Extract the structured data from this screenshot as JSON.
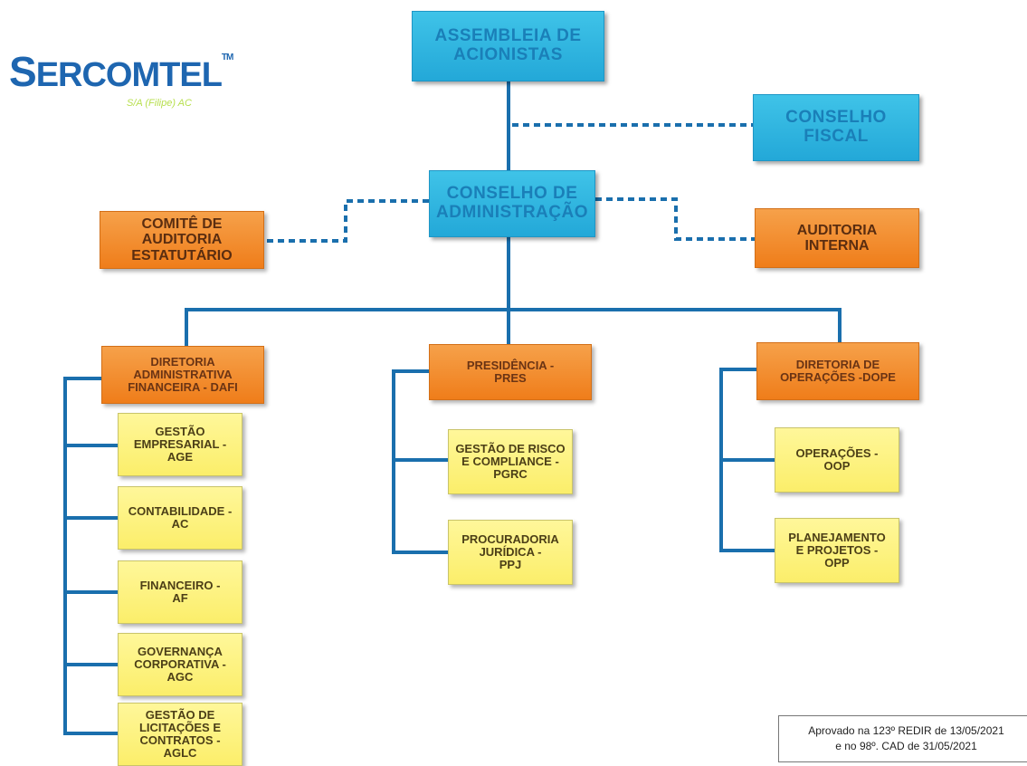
{
  "logo": {
    "name_first": "S",
    "name_rest": "ERCOMTEL",
    "trademark": "TM",
    "subtitle": "S/A (Filipe) AC"
  },
  "nodes": {
    "assembleia": "ASSEMBLEIA DE\nACIONISTAS",
    "conselho_fiscal": "CONSELHO\nFISCAL",
    "conselho_admin": "CONSELHO DE\nADMINISTRAÇÃO",
    "comite_auditoria": "COMITÊ DE\nAUDITORIA\nESTATUTÁRIO",
    "auditoria_interna": "AUDITORIA\nINTERNA",
    "dafi": "DIRETORIA\nADMINISTRATIVA\nFINANCEIRA - DAFI",
    "pres": "PRESIDÊNCIA -\nPRES",
    "dope": "DIRETORIA DE\nOPERAÇÕES -DOPE",
    "age": "GESTÃO\nEMPRESARIAL -\nAGE",
    "ac": "CONTABILIDADE -\nAC",
    "af": "FINANCEIRO -\nAF",
    "agc": "GOVERNANÇA\nCORPORATIVA -\nAGC",
    "aglc": "GESTÃO DE\nLICITAÇÕES E\nCONTRATOS -\nAGLC",
    "pgrc": "GESTÃO DE RISCO\nE COMPLIANCE -\nPGRC",
    "ppj": "PROCURADORIA\nJURÍDICA -\nPPJ",
    "oop": "OPERAÇÕES -\nOOP",
    "opp": "PLANEJAMENTO\nE PROJETOS -\nOPP"
  },
  "approval": {
    "line1": "Aprovado na 123º REDIR de 13/05/2021",
    "line2": "e no 98º. CAD de 31/05/2021"
  },
  "colors": {
    "line": "#1a6fad",
    "blue_box": "#2fb4e0",
    "orange_box": "#f08a2a",
    "yellow_box": "#fdf27e"
  }
}
